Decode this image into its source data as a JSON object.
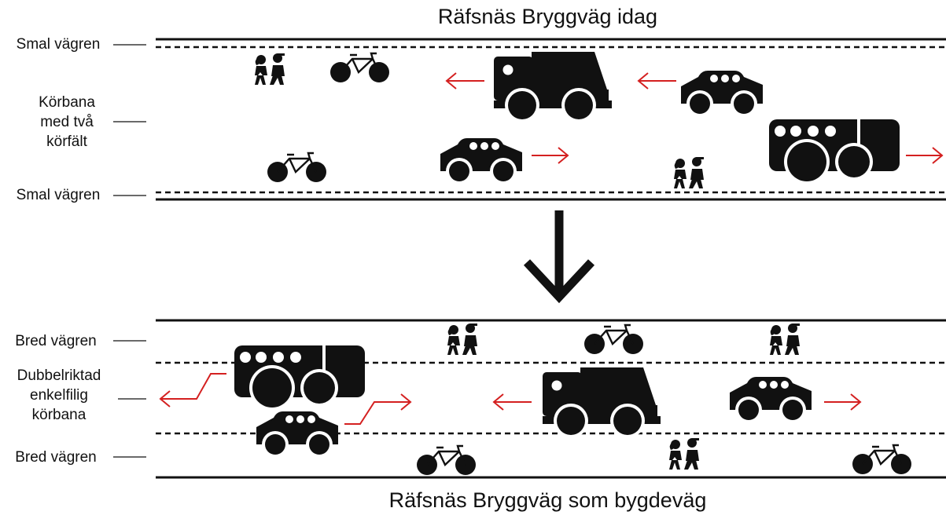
{
  "top": {
    "title": "Räfsnäs Bryggväg idag",
    "labels": {
      "shoulder_top": "Smal vägren",
      "carriageway": [
        "Körbana",
        "med två",
        "körfält"
      ],
      "shoulder_bottom": "Smal vägren"
    }
  },
  "bottom": {
    "title": "Räfsnäs Bryggväg som bygdeväg",
    "labels": {
      "shoulder_top": "Bred vägren",
      "carriageway": [
        "Dubbelriktad",
        "enkelfilig",
        "körbana"
      ],
      "shoulder_bottom": "Bred vägren"
    }
  },
  "icons": [
    "pedestrians-icon",
    "bicycle-icon",
    "truck-icon",
    "car-icon",
    "bus-icon",
    "direction-arrow-icon",
    "transition-arrow-icon"
  ],
  "colors": {
    "ink": "#111111",
    "arrow": "#d42020",
    "background": "#ffffff"
  }
}
